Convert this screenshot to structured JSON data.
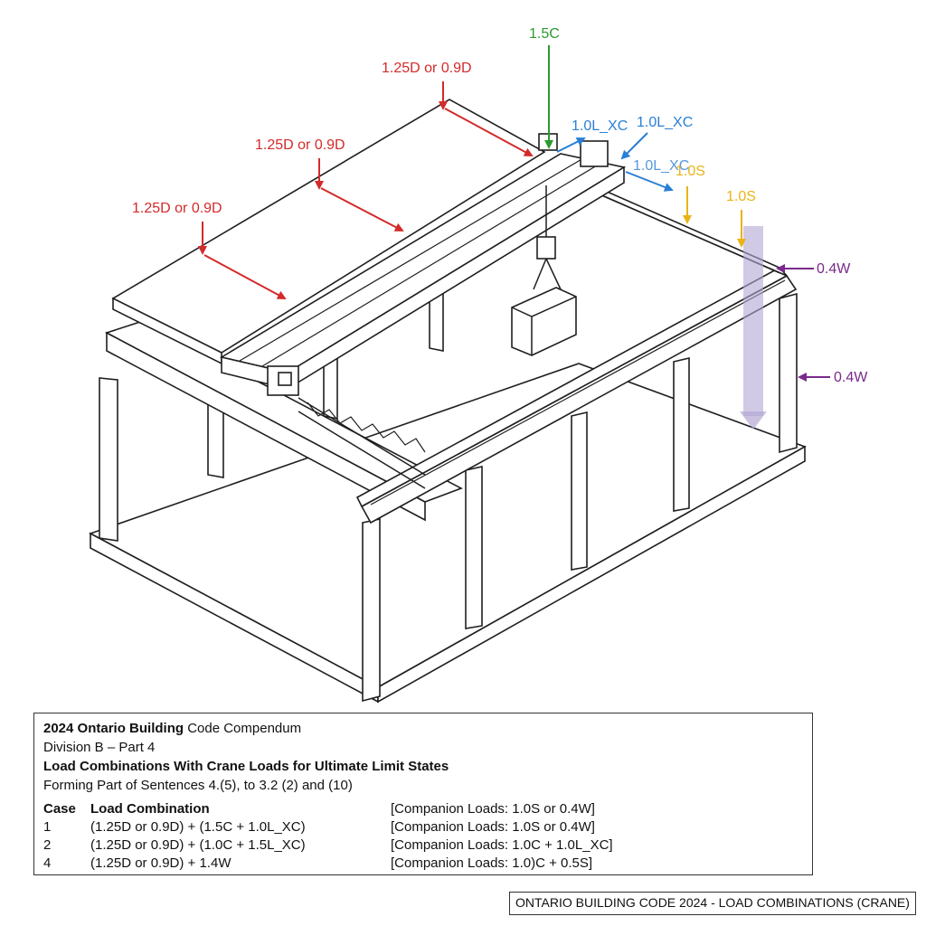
{
  "diagram": {
    "loads": {
      "dead_1": "1.25D or 0.9D",
      "dead_2": "1.25D or 0.9D",
      "dead_3": "1.25D or 0.9D",
      "crane_vertical": "1.5C",
      "lateral_small": "1.0L_XC",
      "lateral_large": "1.0L_XC",
      "lateral_faded": "1.0L_XC",
      "snow_1": "1.0S",
      "snow_2": "1.0S",
      "wind_1": "0.4W",
      "wind_2": "0.4W"
    },
    "colors": {
      "dead": "#d42a2a",
      "crane": "#2e9b2e",
      "lateral": "#2a7fd4",
      "snow": "#e8b417",
      "wind": "#7a2a8a"
    }
  },
  "code_box": {
    "line1_bold": "2024 Ontario Building",
    "line1_rest": " Code Compendum",
    "division": "Division B – Part 4",
    "title": "Load Combinations With Crane Loads for Ultimate Limit States",
    "forming": "Forming Part of Sentences 4.(5), to 3.2 (2) and (10)",
    "table": {
      "headers": [
        "Case",
        "Load Combination",
        "[Companion Loads: 1.0S or 0.4W]"
      ],
      "rows": [
        [
          "1",
          "(1.25D or 0.9D) + (1.5C + 1.0L_XC)",
          "[Companion Loads: 1.0S or 0.4W]"
        ],
        [
          "2",
          "(1.25D or 0.9D) + (1.0C + 1.5L_XC)",
          "[Companion Loads: 1.0C + 1.0L_XC]"
        ],
        [
          "4",
          "(1.25D or 0.9D) + 1.4W",
          "[Companion Loads: 1.0)C + 0.5S]"
        ]
      ]
    }
  },
  "footer": "ONTARIO BUILDING CODE 2024 - LOAD COMBINATIONS (CRANE)"
}
